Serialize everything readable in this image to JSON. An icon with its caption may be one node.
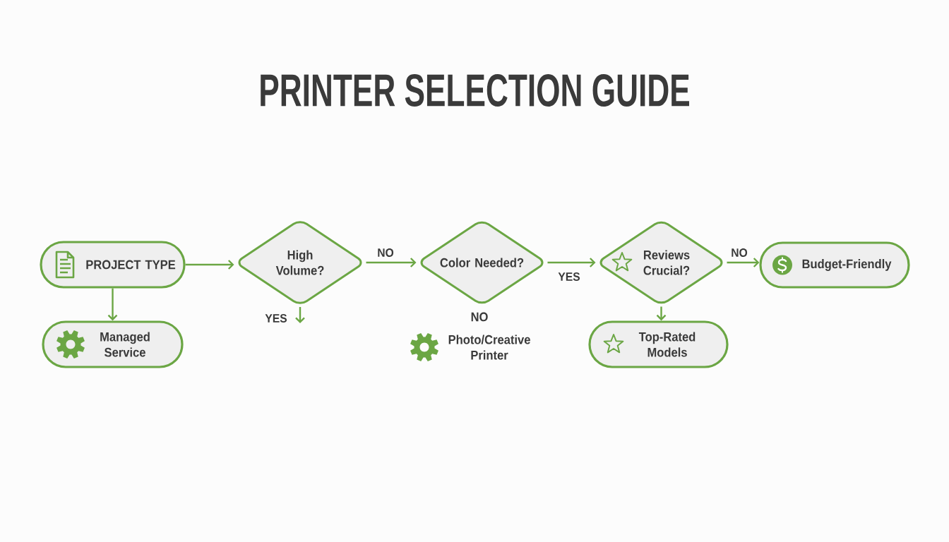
{
  "diagram": {
    "title": "PRINTER SELECTION GUIDE",
    "nodes": [
      {
        "text": [
          "PROJECT TYPE"
        ]
      },
      {
        "text": [
          "High Volume?"
        ]
      },
      {
        "text": [
          "Color Needed?"
        ]
      },
      {
        "text": [
          "Reviews Crucial?"
        ]
      },
      {
        "text": [
          "Budget-Friendly"
        ]
      },
      {
        "text": [
          "Managed Service"
        ]
      },
      {
        "text": [
          "Top-Rated Models"
        ]
      }
    ],
    "edges": [
      {
        "from": 0,
        "to": 1,
        "arrow": "to"
      },
      {
        "from": 0,
        "to": 5,
        "arrow": "to"
      },
      {
        "from": 1,
        "to": 2,
        "arrow": "to",
        "label": "NO"
      },
      {
        "from": 1,
        "to": null,
        "arrow": "to",
        "label": "YES"
      },
      {
        "from": 2,
        "to": 3,
        "arrow": "to",
        "label": "YES"
      },
      {
        "from": 3,
        "to": 4,
        "arrow": "to",
        "label": "NO"
      },
      {
        "from": 3,
        "to": 6,
        "arrow": "to"
      }
    ],
    "labels": [
      "NO",
      "Photo/Creative Printer"
    ]
  }
}
